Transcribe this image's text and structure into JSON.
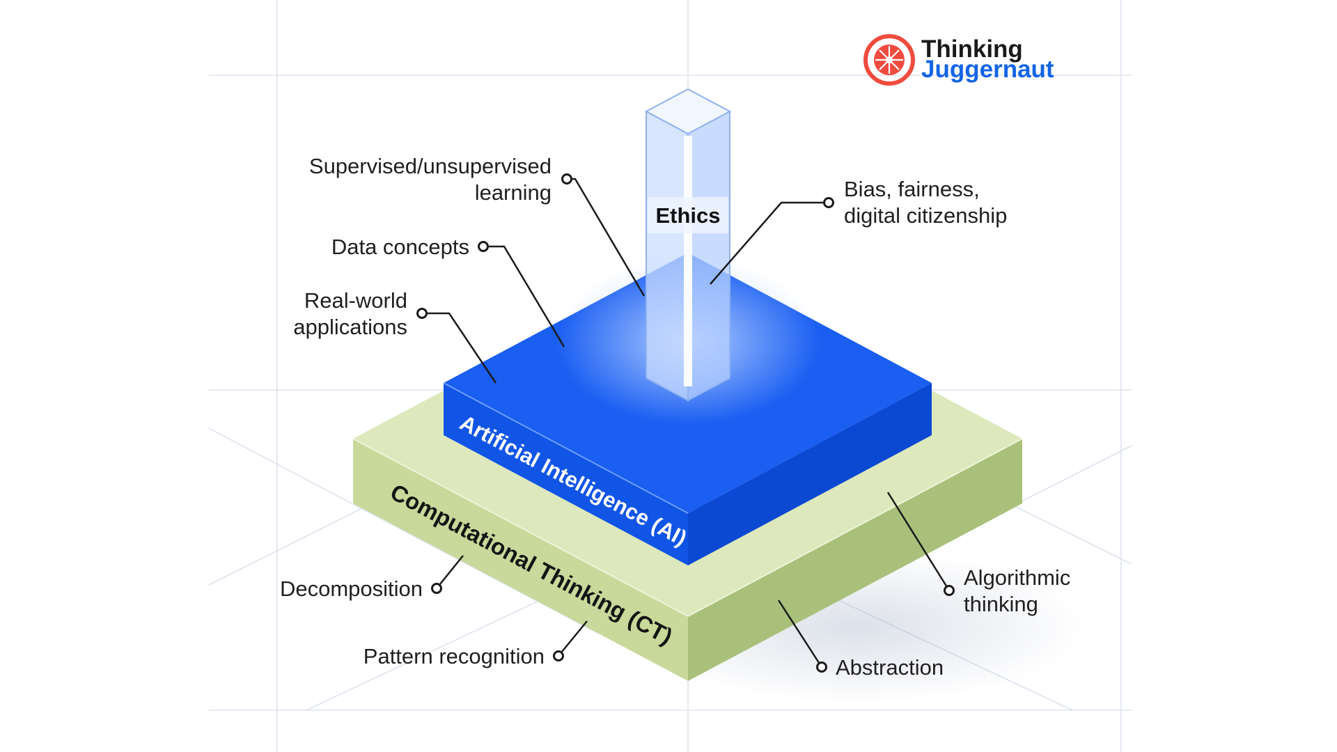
{
  "brand": {
    "line1": "Thinking",
    "line2": "Juggernaut",
    "line1_color": "#1a1a1a",
    "line2_color": "#1464e6",
    "logo_color": "#f04b3e"
  },
  "layers": {
    "pillar": "Ethics",
    "ai": "Artificial Intelligence (AI)",
    "ct": "Computational Thinking (CT)"
  },
  "colors": {
    "ai_top": "#1a5ef2",
    "ai_front": "#1155e6",
    "ai_side": "#0c49d2",
    "ct_top": "#dde8bc",
    "ct_front": "#c8d99b",
    "ct_side": "#a9c07b"
  },
  "labels": {
    "supervised_1": "Supervised/unsupervised",
    "supervised_2": "learning",
    "data": "Data concepts",
    "realworld_1": "Real-world",
    "realworld_2": "applications",
    "bias_1": "Bias, fairness,",
    "bias_2": "digital citizenship",
    "decomposition": "Decomposition",
    "pattern": "Pattern recognition",
    "algorithmic_1": "Algorithmic",
    "algorithmic_2": "thinking",
    "abstraction": "Abstraction"
  }
}
